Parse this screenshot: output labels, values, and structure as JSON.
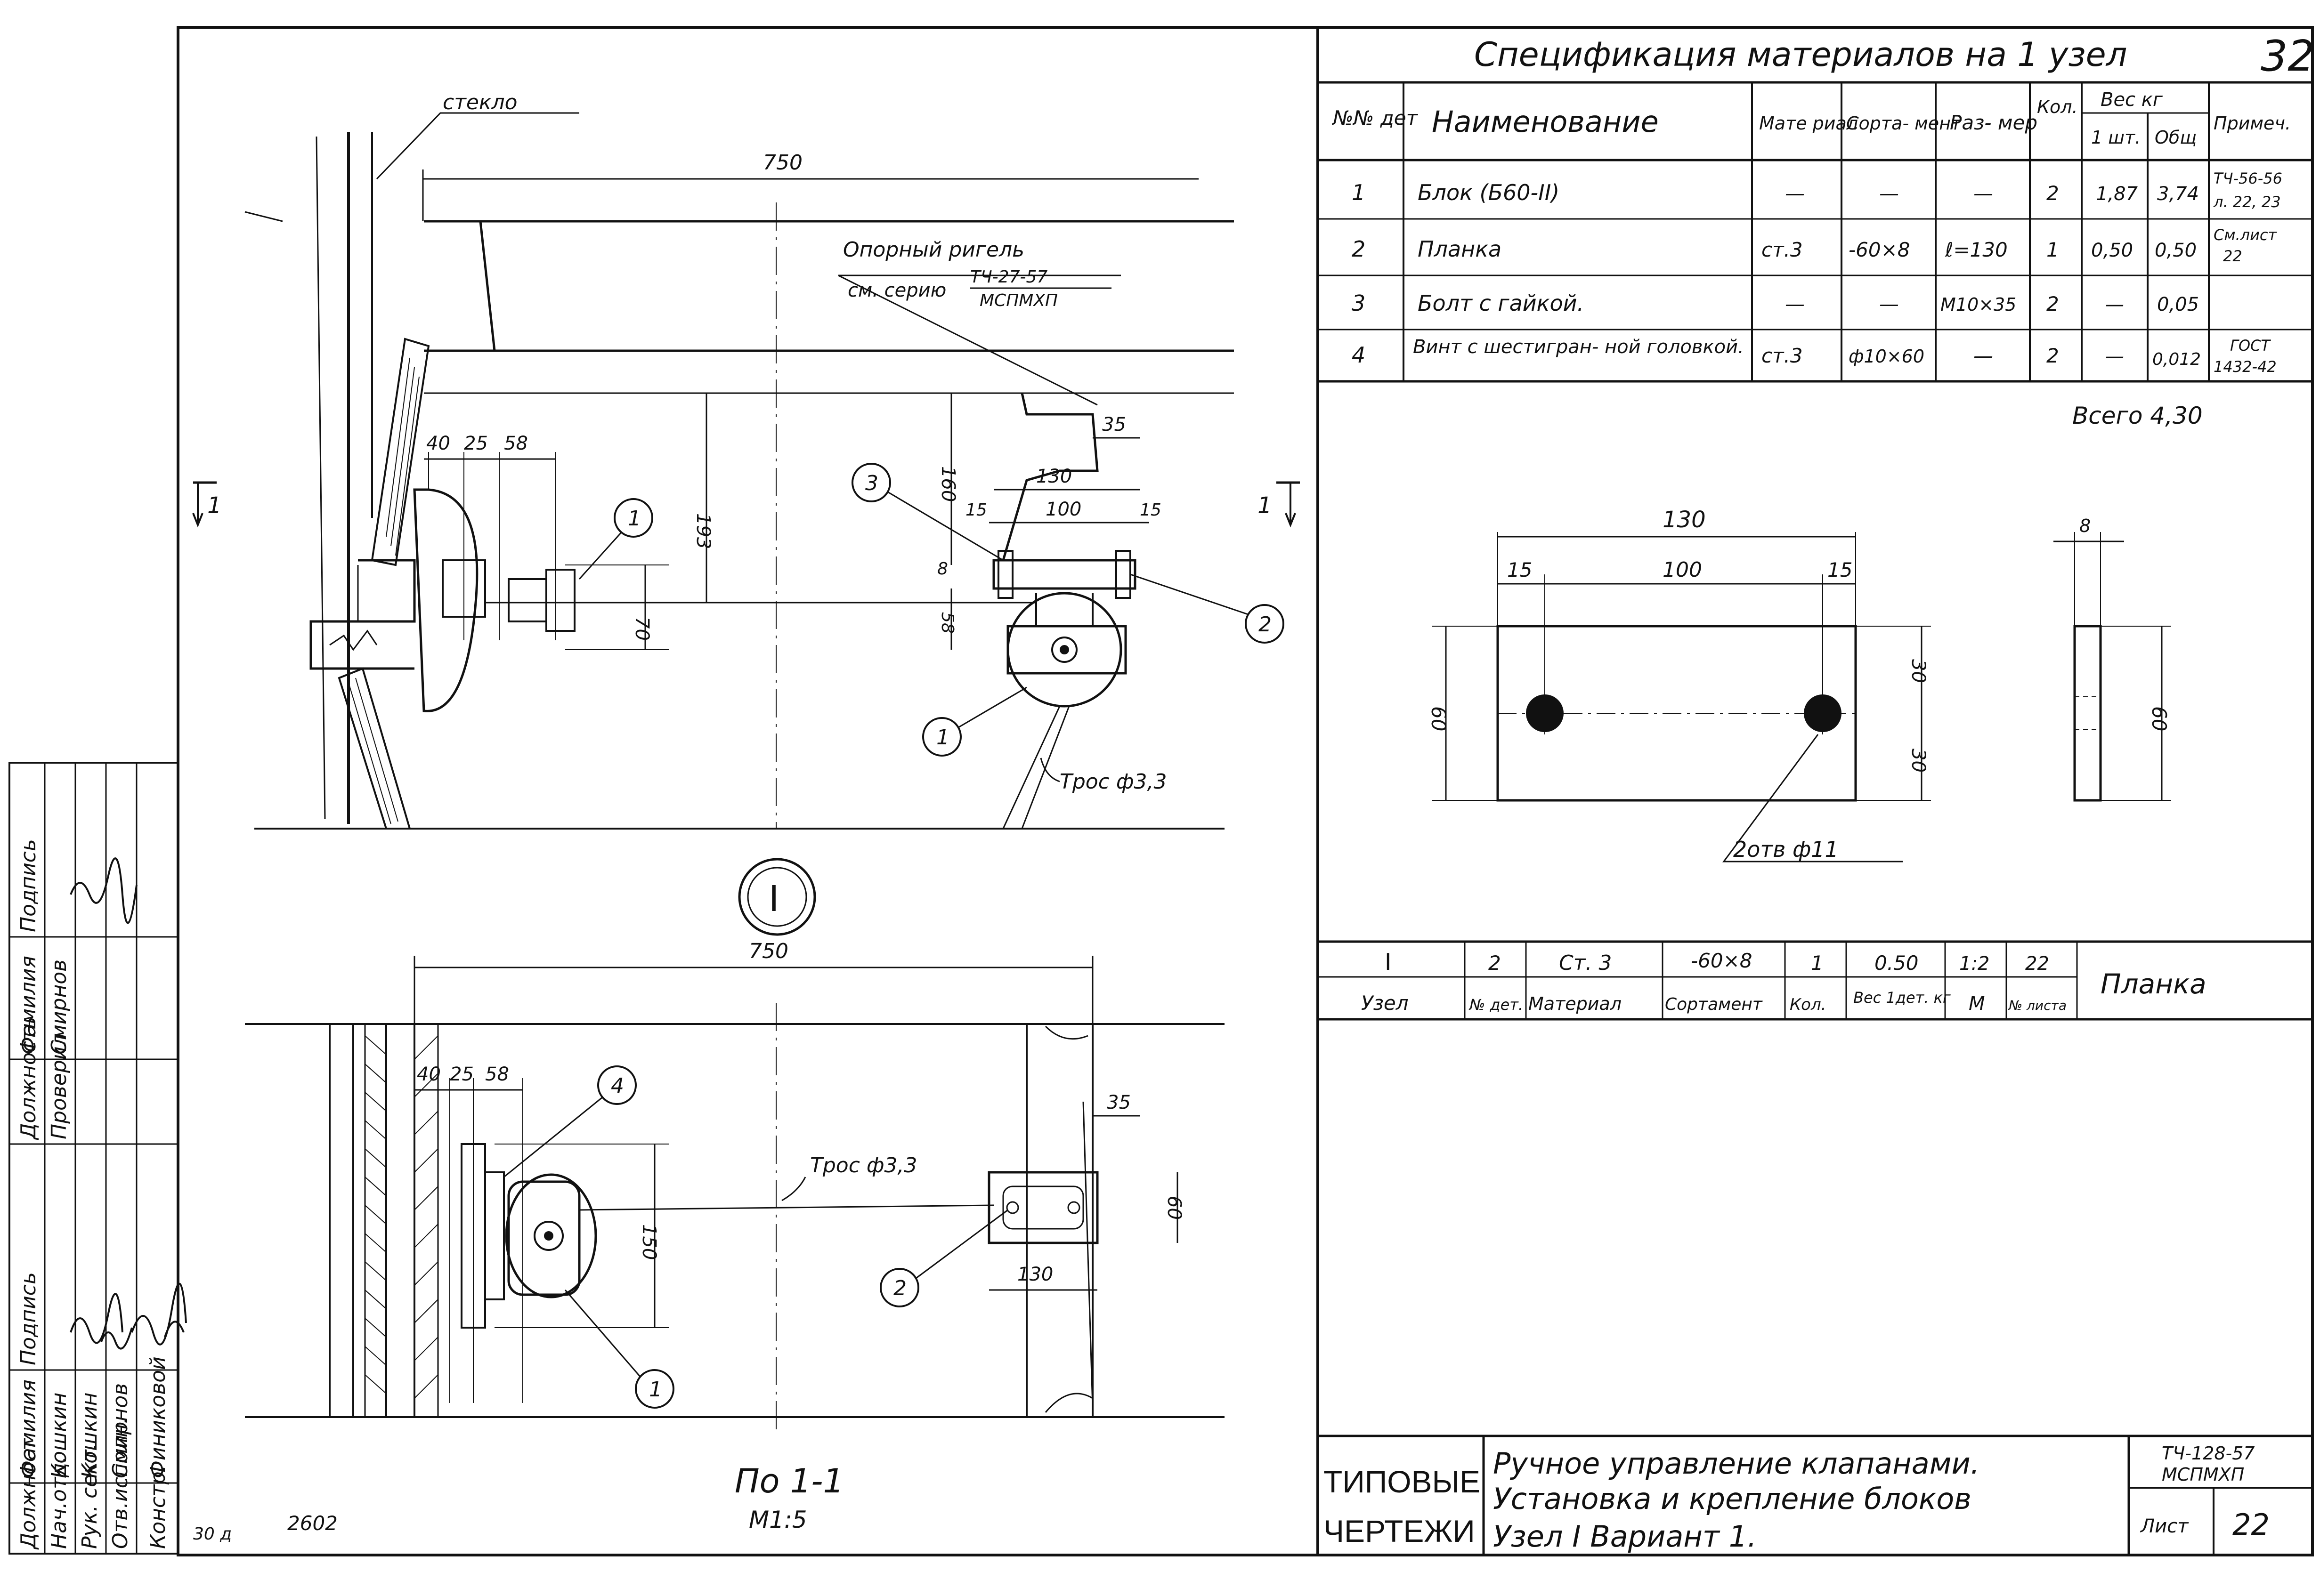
{
  "spec": {
    "title": "Спецификация материалов на 1 узел",
    "sheet_no": "32",
    "headers": {
      "no": "№№ дет",
      "name": "Наименование",
      "material": "Мате риал",
      "sortament": "Сорта- мент",
      "size": "Раз- мер",
      "qty": "Кол.",
      "weight": "Вес кг",
      "w_one": "1 шт.",
      "w_total": "Общ",
      "note": "Примеч."
    },
    "rows": [
      {
        "no": "1",
        "name": "Блок (Б60-II)",
        "material": "—",
        "sortament": "—",
        "size": "—",
        "qty": "2",
        "w_one": "1,87",
        "w_total": "3,74",
        "note1": "ТЧ-56-56",
        "note2": "л. 22, 23"
      },
      {
        "no": "2",
        "name": "Планка",
        "material": "ст.3",
        "sortament": "-60×8",
        "size": "ℓ=130",
        "qty": "1",
        "w_one": "0,50",
        "w_total": "0,50",
        "note1": "См.лист",
        "note2": "22"
      },
      {
        "no": "3",
        "name": "Болт с гайкой.",
        "material": "—",
        "sortament": "—",
        "size": "М10×35",
        "qty": "2",
        "w_one": "—",
        "w_total": "0,05",
        "note1": "",
        "note2": ""
      },
      {
        "no": "4",
        "name": "Винт с шестигран- ной головкой.",
        "material": "ст.3",
        "sortament": "ф10×60",
        "size": "—",
        "qty": "2",
        "w_one": "—",
        "w_total": "0,012",
        "note1": "ГОСТ",
        "note2": "1432-42"
      }
    ],
    "total": "Всего 4,30"
  },
  "detail": {
    "dims": {
      "w": "130",
      "a": "15",
      "b": "100",
      "c": "15",
      "h": "60",
      "h1": "30",
      "h2": "30",
      "t": "8",
      "h3": "60"
    },
    "holes_label": "2отв ф11"
  },
  "part_block": {
    "uzel": "I",
    "uzel_label": "Узел",
    "det": "2",
    "det_label": "№ дет.",
    "material": "Ст. 3",
    "material_label": "Материал",
    "sortament": "-60×8",
    "sortament_label": "Сортамент",
    "qty": "1",
    "qty_label": "Кол.",
    "weight": "0.50",
    "weight_label": "Вес 1дет. кг",
    "scale": "1:2",
    "scale_label": "М",
    "sheet": "22",
    "sheet_label": "№ листа",
    "name": "Планка"
  },
  "title_block": {
    "series_line1": "ТИПОВЫЕ",
    "series_line2": "ЧЕРТЕЖИ",
    "title1": "Ручное управление клапанами.",
    "title2": "Установка и крепление блоков",
    "title3": "Узел I    Вариант 1.",
    "code1": "ТЧ-128-57",
    "code2": "МСПМХП",
    "sheet_label": "Лист",
    "sheet_value": "22"
  },
  "top_view": {
    "glass_label": "стекло",
    "dim_750": "750",
    "rigel_line1": "Опорный ригель",
    "rigel_line2": "см. серию",
    "rigel_series1": "ТЧ-27-57",
    "rigel_series2": "МСПМХП",
    "d40": "40",
    "d25": "25",
    "d58": "58",
    "d193": "193",
    "d70": "70",
    "d160": "160",
    "d35": "35",
    "d130": "130",
    "d15a": "15",
    "d100": "100",
    "d15b": "15",
    "d8": "8",
    "d58b": "58",
    "cable": "Трос ф3,3",
    "callout1": "1",
    "callout2": "2",
    "callout3": "3",
    "callout1b": "1",
    "section_mark": "1",
    "node_mark": "I"
  },
  "bottom_view": {
    "dim_750": "750",
    "d40": "40",
    "d25": "25",
    "d58": "58",
    "d150": "150",
    "d35": "35",
    "d60": "60",
    "d130": "130",
    "cable": "Трос ф3,3",
    "callout4": "4",
    "callout2": "2",
    "callout1": "1",
    "section_title": "По 1-1",
    "scale": "М1:5"
  },
  "stamp": {
    "col1": [
      "Должност",
      "Нач.отд.",
      "Рук. сект.",
      "Отв.исполн.",
      "Констр."
    ],
    "col2": [
      "Фамилия",
      "Кошкин",
      "Кошкин",
      "Смирнов",
      "Финиковой"
    ],
    "col3": [
      "Подпись",
      "",
      "",
      "",
      ""
    ],
    "col4": [
      "Должность",
      "Проверил"
    ],
    "col5": [
      "Фамилия",
      "Смирнов"
    ],
    "col6": [
      "Подпись",
      ""
    ]
  },
  "footer": {
    "left_mark": "30 д",
    "code": "2602"
  }
}
